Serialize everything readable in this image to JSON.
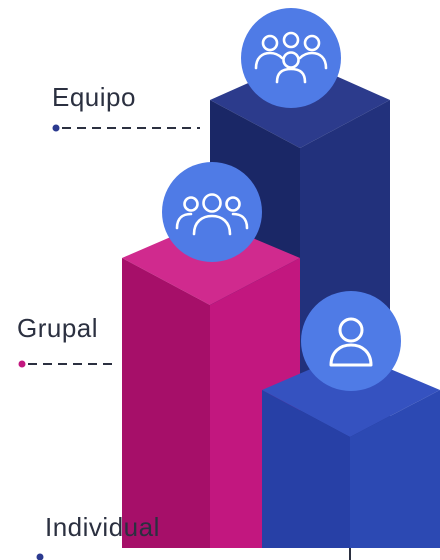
{
  "levels": [
    {
      "key": "equipo",
      "label": "Equipo",
      "icon": "team-group-icon",
      "color": "#1f2f78"
    },
    {
      "key": "grupal",
      "label": "Grupal",
      "icon": "group-icon",
      "color": "#c2177f"
    },
    {
      "key": "individual",
      "label": "Individual",
      "icon": "single-user-icon",
      "color": "#2a46ad"
    }
  ],
  "colors": {
    "icon_circle": "#4f7be6",
    "leader_blue": "#2b3a8f",
    "leader_magenta": "#c2177f"
  }
}
